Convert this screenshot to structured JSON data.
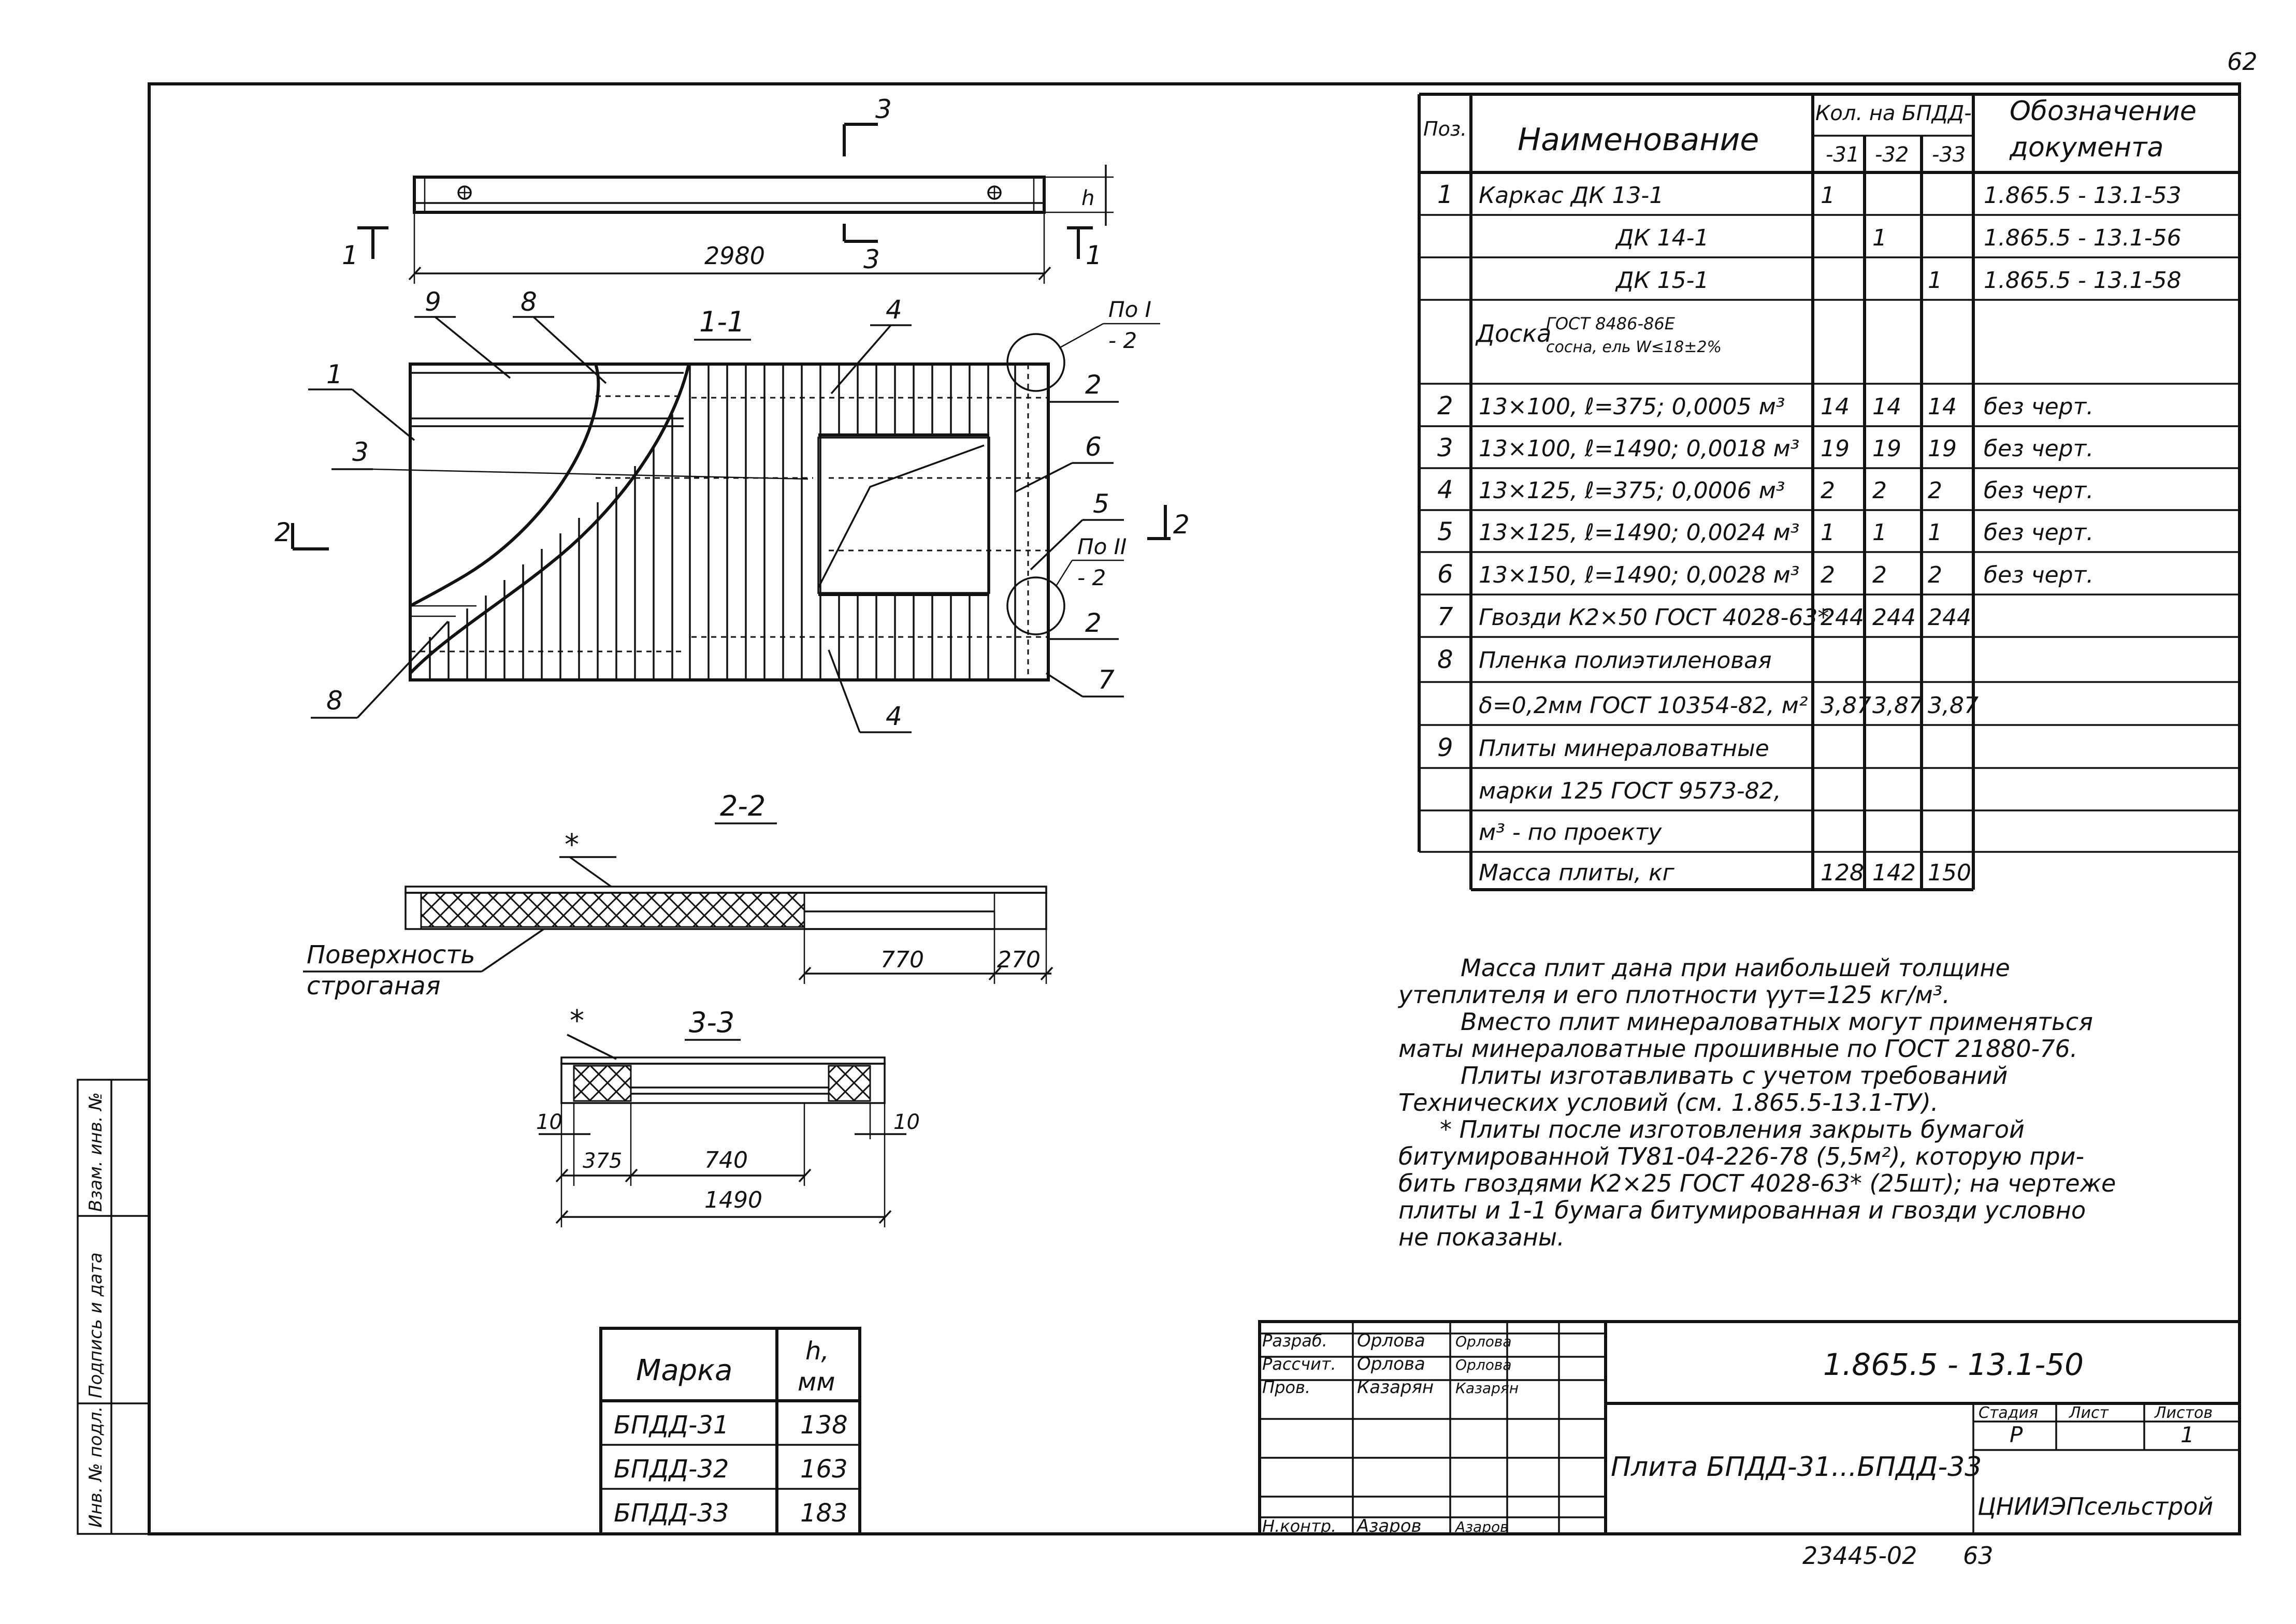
{
  "page_number": "62",
  "bottom_number": "23445-02",
  "bottom_page": "63",
  "drawing": {
    "top_view": {
      "section_label": "3",
      "dim_length": "2980",
      "h_label": "h",
      "section_mark_left": "1",
      "section_mark_right": "1",
      "section_mark_right_num": "1"
    },
    "plan": {
      "title": "1-1",
      "callouts": [
        "9",
        "8",
        "4",
        "1",
        "3",
        "2",
        "6",
        "5",
        "2",
        "7",
        "4",
        "8"
      ],
      "node_I": "По I",
      "node_I_sub": "- 2",
      "node_II": "По II",
      "node_II_sub": "- 2",
      "section2_left": "2",
      "section2_right": "2"
    },
    "section_2_2": {
      "title": "2-2",
      "asterisk": "*",
      "note_line1": "Поверхность",
      "note_line2": "строганая",
      "dim_a": "770",
      "dim_b": "270"
    },
    "section_3_3": {
      "title": "3-3",
      "asterisk": "*",
      "d10_left": "10",
      "d10_right": "10",
      "d375": "375",
      "d740": "740",
      "d1490": "1490"
    }
  },
  "spec_table": {
    "headers": {
      "pos": "Поз.",
      "name": "Наименование",
      "qty": "Кол. на БПДД-",
      "q31": "-31",
      "q32": "-32",
      "q33": "-33",
      "doc_line1": "Обозначение",
      "doc_line2": "документа"
    },
    "rows": [
      {
        "pos": "1",
        "name": "Каркас     ДК 13-1",
        "q31": "1",
        "q32": "",
        "q33": "",
        "doc": "1.865.5 - 13.1-53"
      },
      {
        "pos": "",
        "name": "ДК 14-1",
        "q31": "",
        "q32": "1",
        "q33": "",
        "doc": "1.865.5 - 13.1-56"
      },
      {
        "pos": "",
        "name": "ДК 15-1",
        "q31": "",
        "q32": "",
        "q33": "1",
        "doc": "1.865.5 - 13.1-58"
      },
      {
        "pos": "",
        "name": "Доска",
        "name_sub1": "ГОСТ 8486-86Е",
        "name_sub2": "сосна, ель W≤18±2%",
        "q31": "",
        "q32": "",
        "q33": "",
        "doc": ""
      },
      {
        "pos": "2",
        "name": "13×100, ℓ=375; 0,0005 м³",
        "q31": "14",
        "q32": "14",
        "q33": "14",
        "doc": "без черт."
      },
      {
        "pos": "3",
        "name": "13×100, ℓ=1490; 0,0018 м³",
        "q31": "19",
        "q32": "19",
        "q33": "19",
        "doc": "без черт."
      },
      {
        "pos": "4",
        "name": "13×125, ℓ=375; 0,0006 м³",
        "q31": "2",
        "q32": "2",
        "q33": "2",
        "doc": "без черт."
      },
      {
        "pos": "5",
        "name": "13×125, ℓ=1490; 0,0024 м³",
        "q31": "1",
        "q32": "1",
        "q33": "1",
        "doc": "без черт."
      },
      {
        "pos": "6",
        "name": "13×150, ℓ=1490; 0,0028 м³",
        "q31": "2",
        "q32": "2",
        "q33": "2",
        "doc": "без черт."
      },
      {
        "pos": "7",
        "name": "Гвозди К2×50 ГОСТ 4028-63*",
        "q31": "244",
        "q32": "244",
        "q33": "244",
        "doc": ""
      },
      {
        "pos": "8",
        "name": "Пленка полиэтиленовая",
        "q31": "",
        "q32": "",
        "q33": "",
        "doc": ""
      },
      {
        "pos": "",
        "name": "δ=0,2мм ГОСТ 10354-82, м²",
        "q31": "3,87",
        "q32": "3,87",
        "q33": "3,87",
        "doc": ""
      },
      {
        "pos": "9",
        "name": "Плиты минераловатные",
        "q31": "",
        "q32": "",
        "q33": "",
        "doc": ""
      },
      {
        "pos": "",
        "name": "марки 125 ГОСТ 9573-82,",
        "q31": "",
        "q32": "",
        "q33": "",
        "doc": ""
      },
      {
        "pos": "",
        "name": "м³ - по проекту",
        "q31": "",
        "q32": "",
        "q33": "",
        "doc": ""
      },
      {
        "pos": "",
        "name": "Масса плиты, кг",
        "q31": "128",
        "q32": "142",
        "q33": "150",
        "doc": ""
      }
    ]
  },
  "notes": [
    "Масса плит дана при наибольшей толщине",
    "утеплителя и его плотности γут=125 кг/м³.",
    "Вместо плит минераловатных могут применяться",
    "маты минераловатные прошивные по ГОСТ 21880-76.",
    "Плиты изготавливать с учетом требований",
    "Технических условий (см. 1.865.5-13.1-ТУ).",
    "* Плиты после изготовления закрыть бумагой",
    "битумированной ТУ81-04-226-78 (5,5м²), которую при-",
    "бить гвоздями К2×25 ГОСТ 4028-63* (25шт); на чертеже",
    "плиты и 1-1 бумага битумированная и гвозди условно",
    "не показаны."
  ],
  "marka_table": {
    "header_mark": "Марка",
    "header_h": "h,",
    "header_h_unit": "мм",
    "rows": [
      {
        "mark": "БПДД-31",
        "h": "138"
      },
      {
        "mark": "БПДД-32",
        "h": "163"
      },
      {
        "mark": "БПДД-33",
        "h": "183"
      }
    ]
  },
  "title_block": {
    "roles": [
      "Разраб.",
      "Рассчит.",
      "Пров.",
      "",
      "",
      "Н.контр."
    ],
    "names": [
      "Орлова",
      "Орлова",
      "Казарян",
      "",
      "",
      "Азаров"
    ],
    "signs": [
      "Орлова",
      "Орлова",
      "Казарян",
      "",
      "",
      "Азаров"
    ],
    "code": "1.865.5 - 13.1-50",
    "title": "Плита БПДД-31...БПДД-33",
    "stage_label": "Стадия",
    "sheet_label": "Лист",
    "sheets_label": "Листов",
    "stage": "Р",
    "sheets": "1",
    "org": "ЦНИИЭПсельстрой"
  },
  "side_stamp": [
    "Инв. № подл.",
    "Подпись и дата",
    "Взам. инв. №"
  ]
}
